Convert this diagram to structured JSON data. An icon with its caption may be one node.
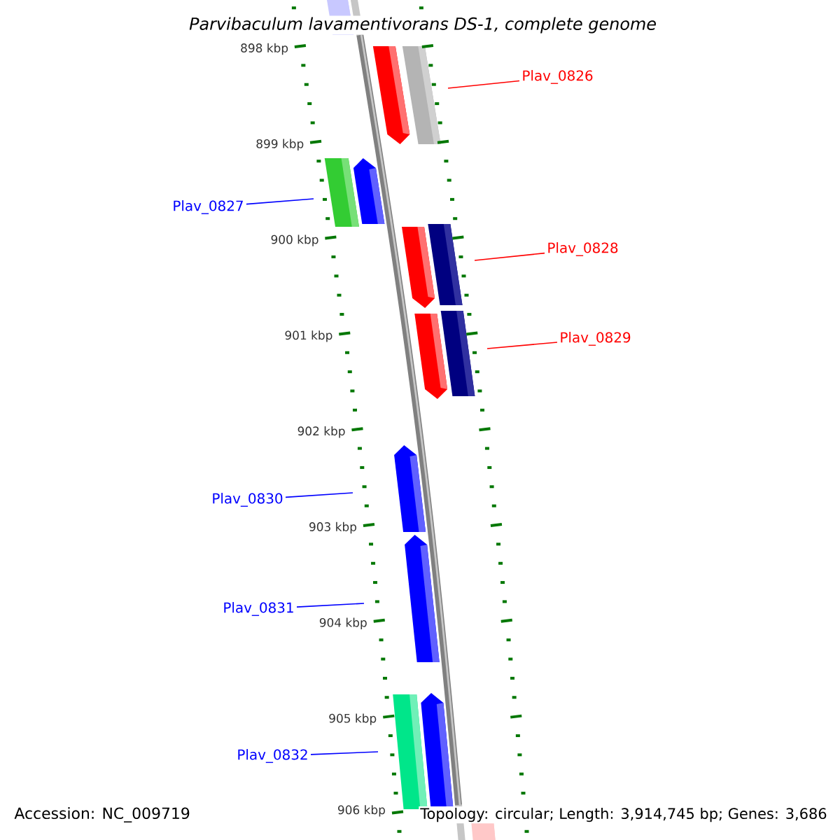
{
  "diagram": {
    "title": "Parvibaculum lavamentivorans DS-1, complete genome",
    "nodes": [
      {
        "text": [
          "Plav_0826"
        ]
      },
      {
        "text": [
          "Plav_0827"
        ]
      },
      {
        "text": [
          "Plav_0828"
        ]
      },
      {
        "text": [
          "Plav_0829"
        ]
      },
      {
        "text": [
          "Plav_0830"
        ]
      },
      {
        "text": [
          "Plav_0831"
        ]
      },
      {
        "text": [
          "Plav_0832"
        ]
      }
    ],
    "edges": [
      {
        "from": 0,
        "to": null,
        "arrow": "none",
        "color": "#ff0000"
      },
      {
        "from": 1,
        "to": null,
        "arrow": "none"
      },
      {
        "from": 2,
        "to": null,
        "arrow": "none",
        "color": "#ff0000"
      },
      {
        "from": 3,
        "to": null,
        "arrow": "none",
        "color": "#ff0000"
      },
      {
        "from": 4,
        "to": null,
        "arrow": "none"
      },
      {
        "from": 5,
        "to": null,
        "arrow": "none"
      },
      {
        "from": 6,
        "to": null,
        "arrow": "none"
      }
    ],
    "labels": [
      "898 kbp",
      "899 kbp",
      "900 kbp",
      "901 kbp",
      "902 kbp",
      "903 kbp",
      "904 kbp",
      "905 kbp",
      "906 kbp",
      "Accession: NC_009719",
      "Topology: circular; Length: 3,914,745 bp; Genes: 3,686"
    ]
  }
}
